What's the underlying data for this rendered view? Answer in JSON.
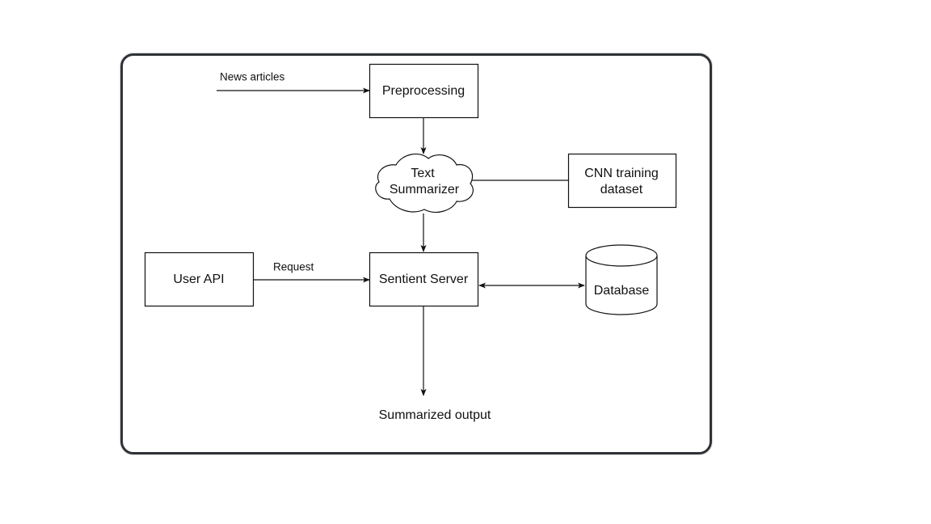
{
  "nodes": {
    "preprocessing": "Preprocessing",
    "summarizer_line1": "Text",
    "summarizer_line2": "Summarizer",
    "cnn_line1": "CNN training",
    "cnn_line2": "dataset",
    "user_api": "User API",
    "server": "Sentient Server",
    "database": "Database"
  },
  "labels": {
    "news_articles": "News articles",
    "request": "Request",
    "output": "Summarized output"
  },
  "colors": {
    "frame_border": "#2f3237",
    "stroke": "#111111",
    "background": "#ffffff"
  }
}
